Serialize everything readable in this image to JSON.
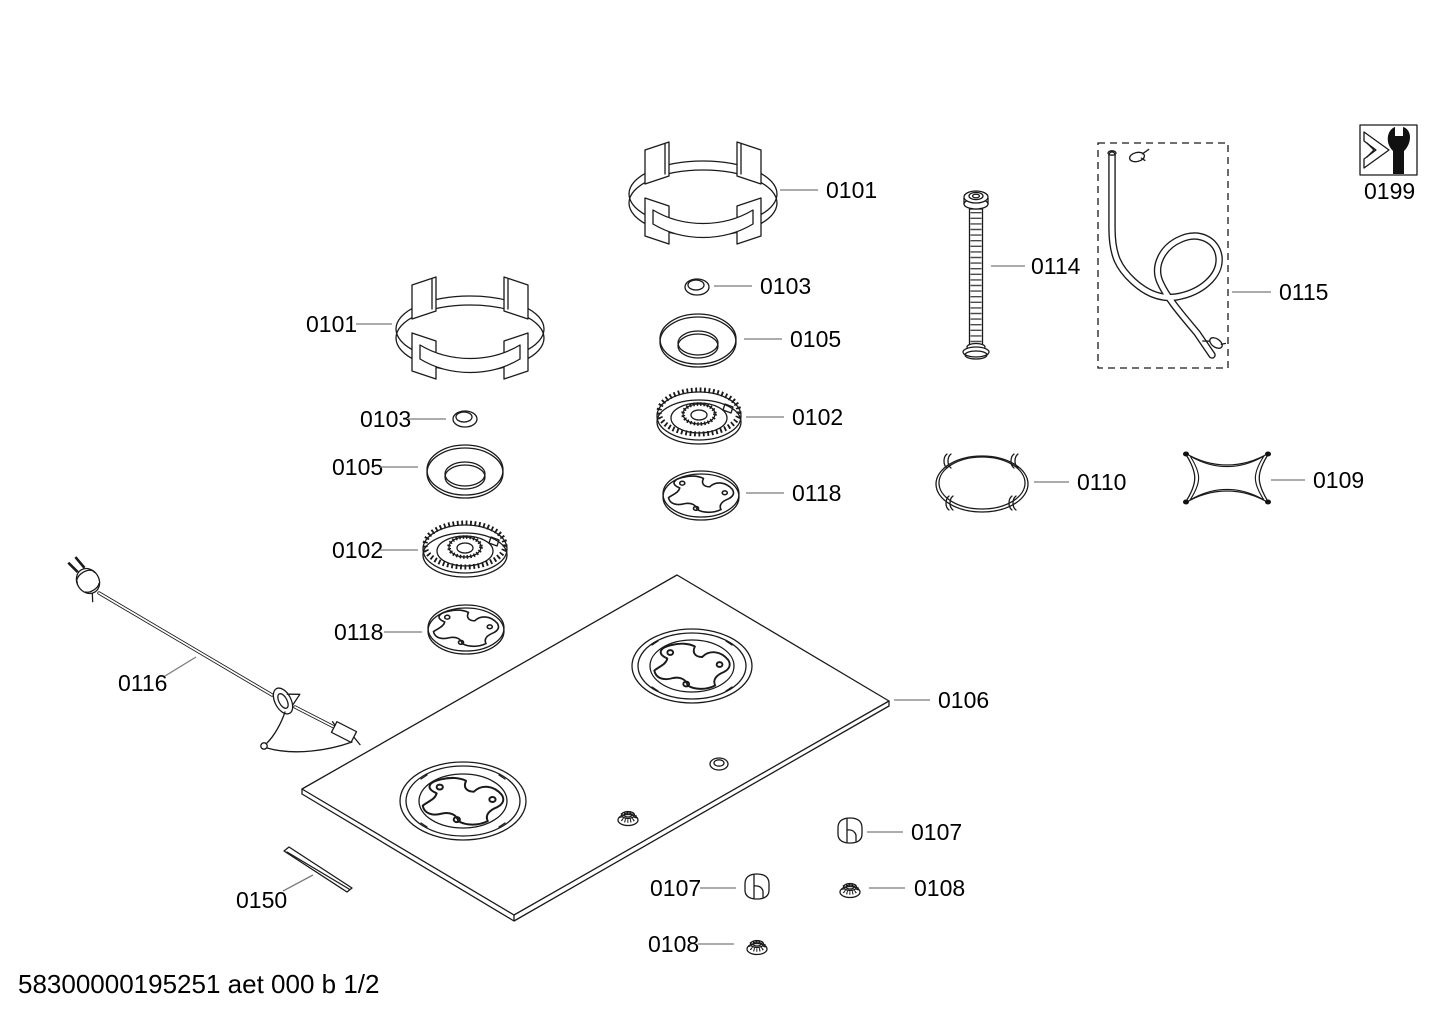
{
  "colors": {
    "background": "#ffffff",
    "drawing_line": "#1a1a1a",
    "leader_line": "#7a7a7a",
    "text": "#000000"
  },
  "diagram": {
    "callouts": {
      "grate_mid": "0101",
      "cap_mid": "0103",
      "ring_mid": "0105",
      "burner_mid": "0102",
      "plate_mid": "0118",
      "grate_left": "0101",
      "cap_left": "0103",
      "ring_left": "0105",
      "burner_left": "0102",
      "plate_left": "0118",
      "cooktop": "0106",
      "hose": "0114",
      "pipe_kit": "0115",
      "wok_ring": "0110",
      "cross_support": "0109",
      "power_cord": "0116",
      "strip": "0150",
      "knob_left": "0107",
      "knob_right": "0107",
      "nut_left": "0108",
      "nut_right": "0108",
      "service": "0199"
    },
    "footer_code": "58300000195251 aet 000 b 1/2"
  }
}
